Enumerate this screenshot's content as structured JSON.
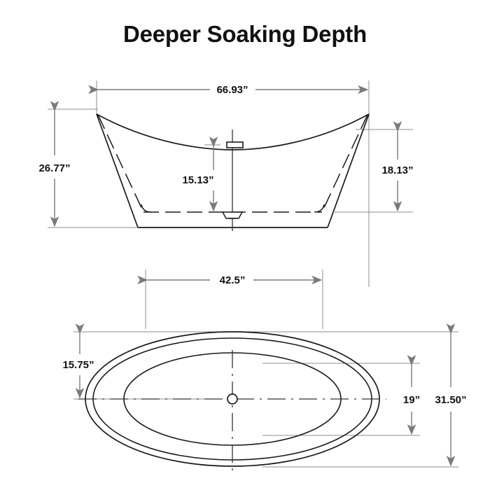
{
  "document": {
    "title": "Deeper Soaking Depth",
    "subject": "freestanding slipper bathtub dimensional drawing",
    "units": "inches",
    "unit_symbol": "”",
    "line_color": "#1a1a1a",
    "dimension_color": "#7a7a7a",
    "background_color": "#ffffff"
  },
  "views": {
    "elevation": {
      "name": "front elevation",
      "dimensions": {
        "overall_width": "66.93”",
        "overall_height": "26.77”",
        "interior_depth": "15.13”",
        "right_height": "18.13”",
        "base_width": "42.5”"
      },
      "features": {
        "overflow": "overflow-fitting",
        "drain": "drain-fitting",
        "centerline": "vertical-centerline"
      }
    },
    "plan": {
      "name": "top plan view",
      "dimensions": {
        "top_half_depth": "15.75”",
        "interior_width": "19”",
        "overall_depth": "31.50”"
      },
      "features": {
        "drain": "center-drain",
        "centerline_horizontal": "horizontal-centerline",
        "centerline_vertical": "vertical-centerline"
      }
    }
  },
  "labels": {
    "w_6693": "66.93”",
    "h_2677": "26.77”",
    "d_1513": "15.13”",
    "h_1813": "18.13”",
    "b_425": "42.5”",
    "p_1575": "15.75”",
    "p_19": "19”",
    "p_3150": "31.50”"
  }
}
